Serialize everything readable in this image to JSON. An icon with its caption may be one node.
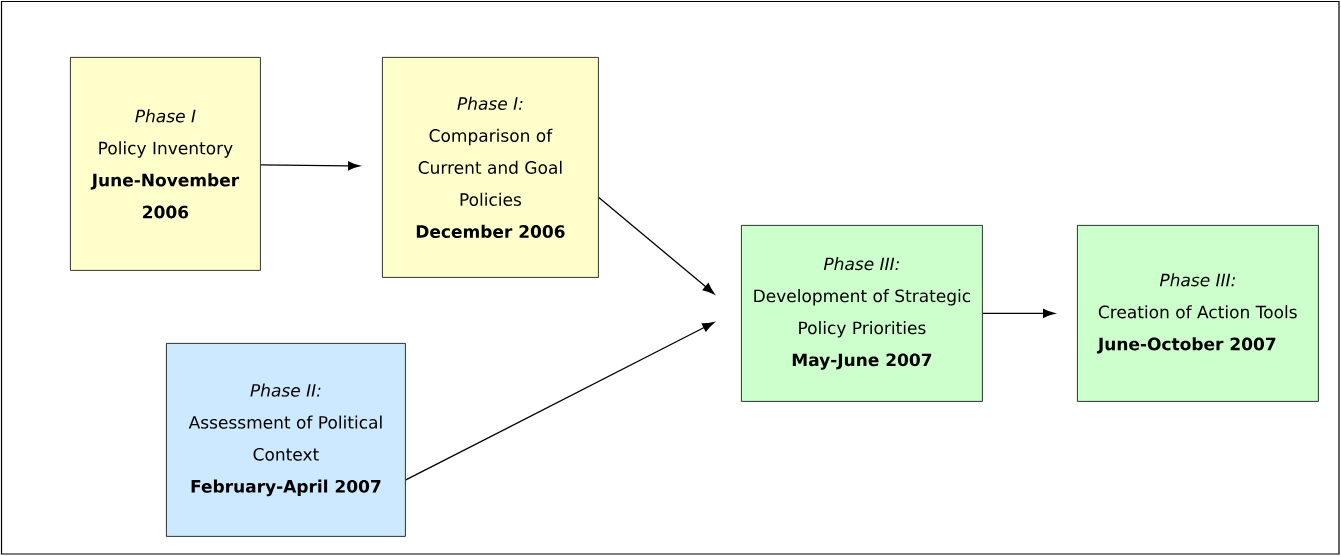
{
  "diagram": {
    "nodes": [
      {
        "text": [
          "Phase I",
          "Policy Inventory",
          "June-November 2006"
        ]
      },
      {
        "text": [
          "Phase I:",
          "Comparison of Current and Goal Policies",
          "December 2006"
        ]
      },
      {
        "text": [
          "Phase II:",
          "Assessment of Political Context",
          "February-April 2007"
        ]
      },
      {
        "text": [
          "Phase III:",
          "Development of Strategic Policy Priorities",
          "May-June 2007"
        ]
      },
      {
        "text": [
          "Phase III:",
          "Creation of Action Tools",
          "June-October 2007"
        ]
      }
    ],
    "edges": [
      {
        "from": 0,
        "to": 1,
        "arrow": "to"
      },
      {
        "from": 1,
        "to": 3,
        "arrow": "to"
      },
      {
        "from": 2,
        "to": 3,
        "arrow": "to"
      },
      {
        "from": 3,
        "to": 4,
        "arrow": "to"
      }
    ]
  }
}
